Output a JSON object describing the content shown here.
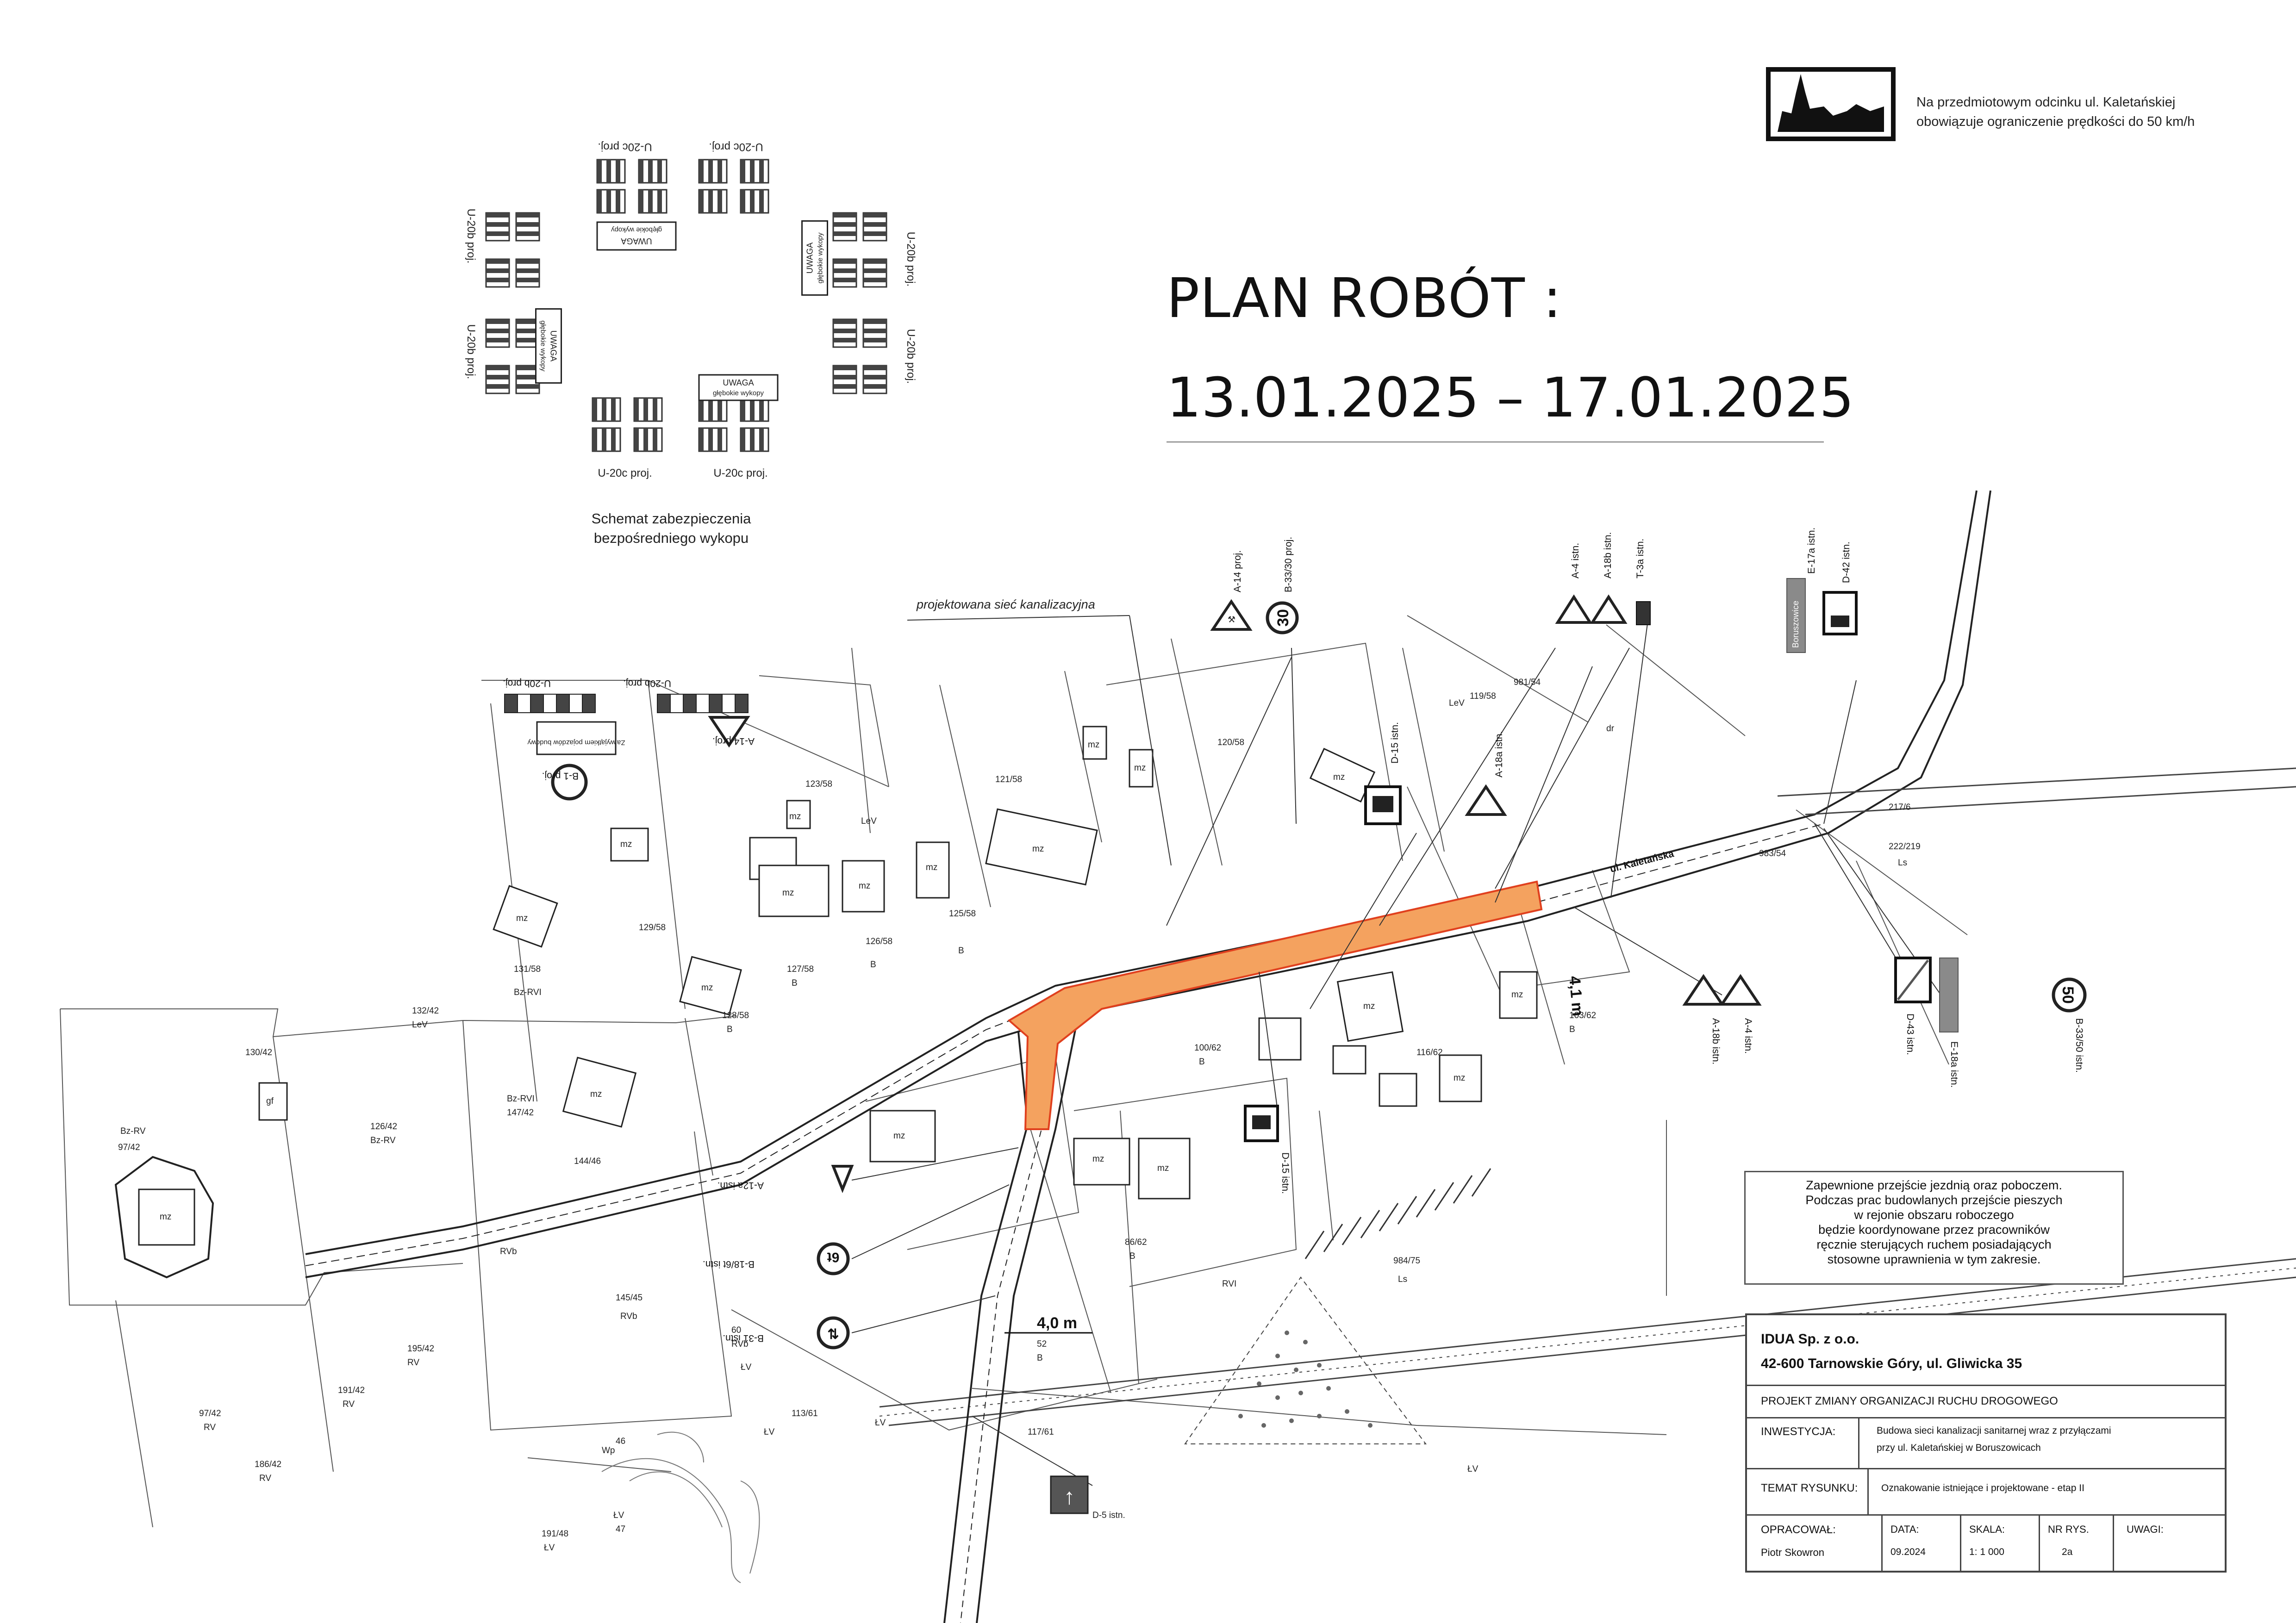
{
  "title": {
    "line1": "PLAN ROBÓT :",
    "line2": "13.01.2025 – 17.01.2025"
  },
  "speed_note": {
    "line1": "Na przedmiotowym odcinku ul. Kaletańskiej",
    "line2": "obowiązuje ograniczenie prędkości do 50 km/h"
  },
  "schema": {
    "caption_line1": "Schemat zabezpieczenia",
    "caption_line2": "bezpośredniego wykopu",
    "barrier_labels": {
      "top_left": "U-20c proj.",
      "top_right": "U-20c proj.",
      "bottom_left": "U-20c proj.",
      "bottom_right": "U-20c proj.",
      "left_top": "U-20b proj.",
      "left_bottom": "U-20b proj.",
      "right_top": "U-20b proj.",
      "right_bottom": "U-20b proj."
    },
    "warning_text": "UWAGA",
    "warning_sub": "głębokie wykopy"
  },
  "legend_signs": {
    "u20b_left": "U-20b proj.",
    "u20b_right": "U-20b proj.",
    "a14": "A-14 proj.",
    "b1": "B-1 proj.",
    "sign_text": "Za wyjątkiem pojazdów budowy"
  },
  "map": {
    "road_label": "ul. Kaletańska",
    "network_label": "projektowana sieć kanalizacyjna",
    "width_1": "4,1 m",
    "width_2": "4,0 m",
    "signs": {
      "a14_proj": "A-14 proj.",
      "b33_30_proj": "B-33/30 proj.",
      "b33_30_value": "30",
      "a4_istn": "A-4 istn.",
      "a18b_istn": "A-18b istn.",
      "t3a_istn": "T-3a istn.",
      "e17a_istn": "E-17a istn.",
      "d42_istn": "D-42 istn.",
      "boruszowice": "Boruszowice",
      "d15_istn": "D-15 istn.",
      "a18a_istn": "A-18a istn.",
      "a18b_istn2": "A-18b istn.",
      "a4_istn2": "A-4 istn.",
      "d43_istn": "D-43 istn.",
      "e18a_istn": "E-18a istn.",
      "b33_50_istn": "B-33/50 istn.",
      "b33_50_value": "50",
      "a12a_istn": "A-12a istn.",
      "b18_6t_istn": "B-18/6t istn.",
      "b18_value": "6t",
      "b31_istn": "B-31 istn.",
      "d15_istn2": "D-15 istn.",
      "d5_istn": "D-5 istn."
    },
    "parcels": [
      "119/58",
      "LeV",
      "981/54",
      "120/58",
      "121/58",
      "123/58",
      "LeV",
      "131/58",
      "Bz-RVI",
      "132/42",
      "LeV",
      "130/42",
      "126/42",
      "Bz-RV",
      "Bz-RVI",
      "147/42",
      "144/46",
      "RVb",
      "145/45",
      "RVb",
      "195/42",
      "RV",
      "191/42",
      "RV",
      "97/42",
      "RV",
      "186/42",
      "RV",
      "Bz-RV",
      "97/42",
      "100/62",
      "B",
      "116/62",
      "103/62",
      "B",
      "983/54",
      "217/6",
      "222/219",
      "Ls",
      "86/62",
      "B",
      "984/75",
      "Ls",
      "RVI",
      "52",
      "B",
      "113/61",
      "ŁV",
      "ŁV",
      "ŁV",
      "117/61",
      "191/48",
      "ŁV",
      "46",
      "Wp",
      "47",
      "ŁV",
      "127/58",
      "B",
      "128/58",
      "B",
      "126/58",
      "B",
      "125/58",
      "B",
      "129/58",
      "60",
      "RVb",
      "ŁV",
      "dr"
    ],
    "buildings": [
      "mz",
      "mz",
      "mz",
      "mz",
      "mz",
      "mz",
      "mz",
      "mz",
      "mz",
      "mz",
      "mz",
      "mz",
      "mz",
      "mz",
      "mz",
      "mz",
      "mz",
      "mz",
      "gf",
      "mz"
    ]
  },
  "note_box": {
    "lines": [
      "Zapewnione przejście jezdnią oraz poboczem.",
      "Podczas prac budowlanych przejście pieszych",
      "w rejonie obszaru roboczego",
      "będzie koordynowane przez pracowników",
      "ręcznie sterujących ruchem posiadających",
      "stosowne uprawnienia w tym zakresie."
    ]
  },
  "title_block": {
    "company": "IDUA Sp. z o.o.",
    "address": "42-600 Tarnowskie Góry, ul. Gliwicka 35",
    "project": "PROJEKT ZMIANY ORGANIZACJI RUCHU DROGOWEGO",
    "investment_label": "INWESTYCJA:",
    "investment_line1": "Budowa sieci kanalizacji sanitarnej wraz z przyłączami",
    "investment_line2": "przy ul. Kaletańskiej w Boruszowicach",
    "topic_label": "TEMAT RYSUNKU:",
    "topic_value": "Oznakowanie istniejące i projektowane - etap II",
    "prepared_label": "OPRACOWAŁ:",
    "prepared_value": "Piotr Skowron",
    "date_label": "DATA:",
    "date_value": "09.2024",
    "scale_label": "SKALA:",
    "scale_value": "1: 1 000",
    "drawing_label": "NR RYS.",
    "drawing_value": "2a",
    "remarks_label": "UWAGI:"
  },
  "colors": {
    "work_zone": "#f4a25f",
    "work_zone_edge": "#e0401e",
    "ink": "#222222",
    "sign_grey": "#555555"
  }
}
